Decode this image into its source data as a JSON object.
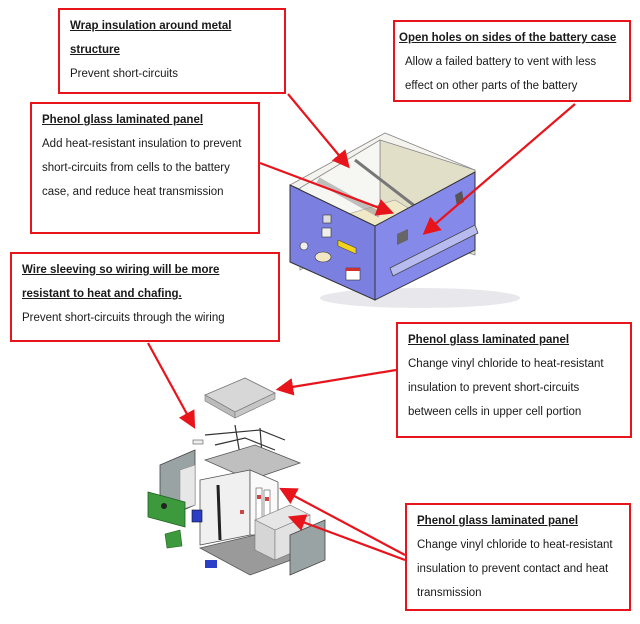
{
  "callouts": {
    "wrap_insulation": {
      "title": "Wrap insulation around metal structure",
      "body": "Prevent short-circuits"
    },
    "open_holes": {
      "title": "Open holes on sides of the battery case",
      "body": "Allow a failed battery to vent with less effect on other parts of the battery"
    },
    "phenol_case": {
      "title": "Phenol glass laminated panel",
      "body": "Add heat-resistant insulation to prevent short-circuits from cells to the battery case, and reduce heat transmission"
    },
    "wire_sleeving": {
      "title": "Wire sleeving so wiring will be more resistant to heat and chafing.",
      "body": "Prevent short-circuits through the wiring"
    },
    "phenol_upper": {
      "title": "Phenol glass laminated panel",
      "body": "Change vinyl chloride to heat-resistant insulation to prevent short-circuits between cells in upper cell portion"
    },
    "phenol_side": {
      "title": "Phenol glass laminated panel",
      "body": "Change vinyl chloride to heat-resistant insulation to prevent contact and heat transmission"
    }
  },
  "colors": {
    "callout_border": "#e8141c",
    "arrow": "#e8141c",
    "case_blue": "#7b7fe0",
    "case_interior": "#efeee6",
    "circuit_green": "#3c9a3c"
  },
  "illustrations": {
    "battery_case": "battery-case-isometric",
    "exploded_battery": "battery-exploded-view"
  }
}
